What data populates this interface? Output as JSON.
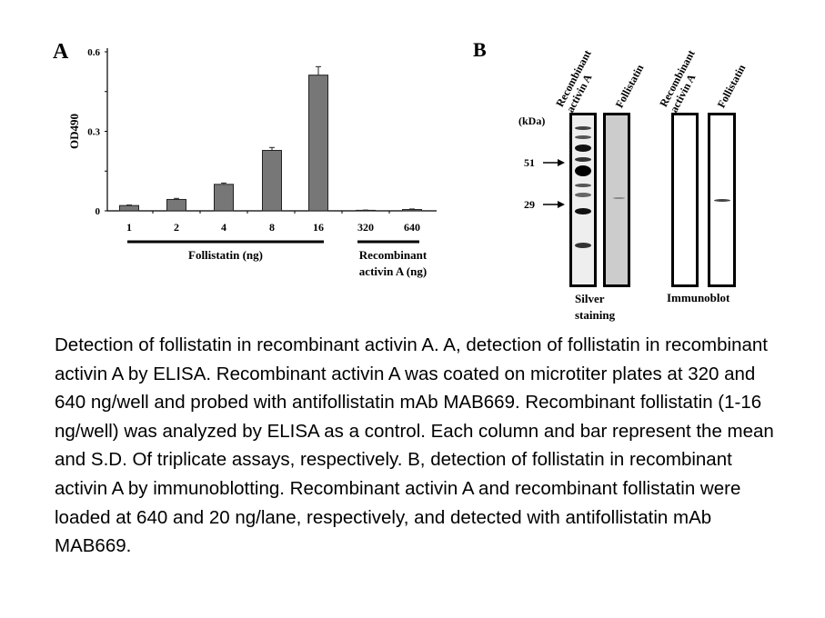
{
  "panel_a": {
    "label": "A"
  },
  "panel_b": {
    "label": "B",
    "lane_labels": [
      "Recombinant activin A",
      "Follistatin",
      "Recombinant activin A",
      "Follistatin"
    ],
    "kda_label": "(kDa)",
    "markers": [
      "51",
      "29"
    ],
    "group_labels": [
      "Silver staining",
      "Immunoblot"
    ]
  },
  "chart_data": {
    "type": "bar",
    "title": "",
    "xlabel": "",
    "ylabel": "OD490",
    "ylim": [
      0,
      0.6
    ],
    "yticks": [
      "0",
      "0.3",
      "0.6"
    ],
    "categories": [
      "1",
      "2",
      "4",
      "8",
      "16",
      "320",
      "640"
    ],
    "values": [
      0.02,
      0.043,
      0.1,
      0.228,
      0.512,
      0.002,
      0.005
    ],
    "errors": [
      0.002,
      0.004,
      0.005,
      0.011,
      0.032,
      0.001,
      0.002
    ],
    "groups": [
      {
        "name": "Follistatin (ng)",
        "categories": [
          "1",
          "2",
          "4",
          "8",
          "16"
        ]
      },
      {
        "name": "Recombinant activin A (ng)",
        "categories": [
          "320",
          "640"
        ]
      }
    ],
    "bar_color": "#777777",
    "grid": false
  },
  "caption": "Detection of follistatin in recombinant activin A. A, detection of follistatin in recombinant activin A by ELISA. Recombinant activin A was coated on microtiter plates at 320 and 640 ng/well and probed with antifollistatin mAb MAB669. Recombinant follistatin (1-16 ng/well) was analyzed by ELISA as a control. Each column and bar represent the mean and S.D. Of triplicate assays, respectively. B, detection of follistatin in recombinant activin A by immunoblotting. Recombinant activin A and recombinant follistatin were loaded at 640 and 20 ng/lane, respectively, and detected with antifollistatin mAb MAB669."
}
